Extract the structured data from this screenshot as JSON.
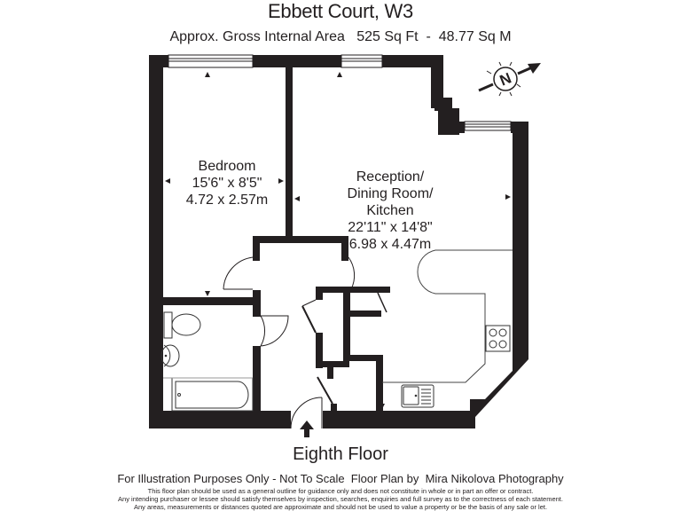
{
  "header": {
    "title": "Ebbett Court, W3",
    "area_label": "Approx. Gross Internal Area",
    "area_sqft": "525 Sq Ft",
    "separator": "-",
    "area_sqm": "48.77 Sq M"
  },
  "compass": {
    "icon": "north-compass-icon",
    "letter": "N"
  },
  "rooms": [
    {
      "name": "Bedroom",
      "imperial": "15'6\" x 8'5\"",
      "metric": "4.72 x 2.57m"
    },
    {
      "name_line1": "Reception/",
      "name_line2": "Dining Room/",
      "name_line3": "Kitchen",
      "imperial": "22'11\" x 14'8\"",
      "metric": "6.98 x 4.47m"
    }
  ],
  "fixtures": [
    "toilet",
    "basin",
    "bath",
    "hob",
    "sink"
  ],
  "floor": "Eighth Floor",
  "footer": {
    "main": "For Illustration Purposes Only - Not To Scale  Floor Plan by  Mira Nikolova Photography",
    "disclaimer": [
      "This floor plan should be used as a general outline for guidance only and does not constitute in whole or in part an offer or contract.",
      "Any intending purchaser or lessee should satisfy themselves by inspection, searches, enquiries and full survey as to the correctness of each statement.",
      "Any areas, measurements or distances quoted are approximate and should not be used to value a property or be the basis of any sale or let."
    ]
  },
  "colors": {
    "wall": "#231f20",
    "text": "#231f20",
    "background": "#ffffff"
  }
}
